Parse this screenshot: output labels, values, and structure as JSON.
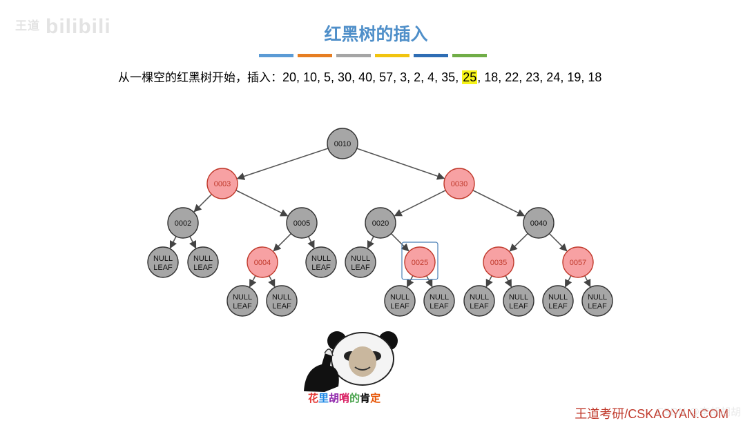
{
  "brand": {
    "prefix": "王道",
    "logo": "bilibili"
  },
  "title": "红黑树的插入",
  "stripe_colors": [
    "#5b9bd5",
    "#e67e22",
    "#a5a5a5",
    "#f1c40f",
    "#2e6db4",
    "#70ad47"
  ],
  "sequence": {
    "prefix": "从一棵空的红黑树开始，插入：",
    "before_highlight": "20, 10, 5, 30, 40, 57, 3, 2, 4, 35, ",
    "highlight": "25",
    "after_highlight": ", 18, 22, 23, 24, 19, 18",
    "highlight_color": "#f6f319"
  },
  "colors": {
    "black_fill": "#a6a6a6",
    "red_fill": "#f7a1a3",
    "red_stroke": "#c0392b",
    "red_text": "#c0392b",
    "edge": "#555555",
    "selection": "#4a7fb5"
  },
  "tree": {
    "nodes": [
      {
        "id": "n10",
        "label": "0010",
        "color": "black"
      },
      {
        "id": "n3",
        "label": "0003",
        "color": "red"
      },
      {
        "id": "n30",
        "label": "0030",
        "color": "red"
      },
      {
        "id": "n2",
        "label": "0002",
        "color": "black"
      },
      {
        "id": "n5",
        "label": "0005",
        "color": "black"
      },
      {
        "id": "n20",
        "label": "0020",
        "color": "black"
      },
      {
        "id": "n40",
        "label": "0040",
        "color": "black"
      },
      {
        "id": "l1",
        "label": "NULL\nLEAF",
        "color": "black"
      },
      {
        "id": "l2",
        "label": "NULL\nLEAF",
        "color": "black"
      },
      {
        "id": "n4",
        "label": "0004",
        "color": "red"
      },
      {
        "id": "l3",
        "label": "NULL\nLEAF",
        "color": "black"
      },
      {
        "id": "l4",
        "label": "NULL\nLEAF",
        "color": "black"
      },
      {
        "id": "n25",
        "label": "0025",
        "color": "red",
        "selected": true
      },
      {
        "id": "n35",
        "label": "0035",
        "color": "red"
      },
      {
        "id": "n57",
        "label": "0057",
        "color": "red"
      },
      {
        "id": "l5",
        "label": "NULL\nLEAF",
        "color": "black"
      },
      {
        "id": "l6",
        "label": "NULL\nLEAF",
        "color": "black"
      },
      {
        "id": "l7",
        "label": "NULL\nLEAF",
        "color": "black"
      },
      {
        "id": "l8",
        "label": "NULL\nLEAF",
        "color": "black"
      },
      {
        "id": "l9",
        "label": "NULL\nLEAF",
        "color": "black"
      },
      {
        "id": "l10",
        "label": "NULL\nLEAF",
        "color": "black"
      },
      {
        "id": "l11",
        "label": "NULL\nLEAF",
        "color": "black"
      },
      {
        "id": "l12",
        "label": "NULL\nLEAF",
        "color": "black"
      }
    ],
    "edges": [
      [
        "n10",
        "n3"
      ],
      [
        "n10",
        "n30"
      ],
      [
        "n3",
        "n2"
      ],
      [
        "n3",
        "n5"
      ],
      [
        "n30",
        "n20"
      ],
      [
        "n30",
        "n40"
      ],
      [
        "n2",
        "l1"
      ],
      [
        "n2",
        "l2"
      ],
      [
        "n5",
        "n4"
      ],
      [
        "n5",
        "l3"
      ],
      [
        "n20",
        "l4"
      ],
      [
        "n20",
        "n25"
      ],
      [
        "n40",
        "n35"
      ],
      [
        "n40",
        "n57"
      ],
      [
        "n4",
        "l5"
      ],
      [
        "n4",
        "l6"
      ],
      [
        "n25",
        "l7"
      ],
      [
        "n25",
        "l8"
      ],
      [
        "n35",
        "l9"
      ],
      [
        "n35",
        "l10"
      ],
      [
        "n57",
        "l11"
      ],
      [
        "n57",
        "l12"
      ]
    ]
  },
  "meme": {
    "caption_chars": [
      {
        "ch": "花",
        "color": "#e53935"
      },
      {
        "ch": "里",
        "color": "#1e88e5"
      },
      {
        "ch": "胡",
        "color": "#8e24aa"
      },
      {
        "ch": "哨",
        "color": "#d81b60"
      },
      {
        "ch": "的",
        "color": "#43a047"
      },
      {
        "ch": "肯",
        "color": "#000000"
      },
      {
        "ch": "定",
        "color": "#e65100"
      }
    ]
  },
  "footer": "王道考研/CSKAOYAN.COM",
  "csdn_watermark": "CSDN @李胡胡胡"
}
